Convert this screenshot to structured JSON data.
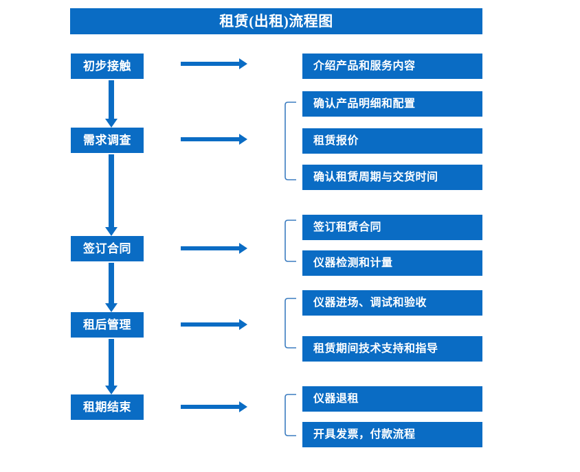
{
  "title": {
    "text": "租赁(出租)流程图"
  },
  "colors": {
    "box_fill": "#0a6cc4",
    "box_text": "#ffffff",
    "arrow": "#0a6cc4",
    "bracket": "#3a7bbf",
    "background": "#ffffff"
  },
  "stages": [
    {
      "label": "初步接触"
    },
    {
      "label": "需求调查"
    },
    {
      "label": "签订合同"
    },
    {
      "label": "租后管理"
    },
    {
      "label": "租期结束"
    }
  ],
  "details": [
    {
      "label": "介绍产品和服务内容"
    },
    {
      "label": "确认产品明细和配置"
    },
    {
      "label": "租赁报价"
    },
    {
      "label": "确认租赁周期与交货时间"
    },
    {
      "label": "签订租赁合同"
    },
    {
      "label": "仪器检测和计量"
    },
    {
      "label": "仪器进场、调试和验收"
    },
    {
      "label": "租赁期间技术支持和指导"
    },
    {
      "label": "仪器退租"
    },
    {
      "label": "开具发票，付款流程"
    }
  ],
  "connectors": {
    "stage_to_detail_arrows": 5,
    "stage_to_stage_arrows": 4,
    "group_brackets": 4
  }
}
